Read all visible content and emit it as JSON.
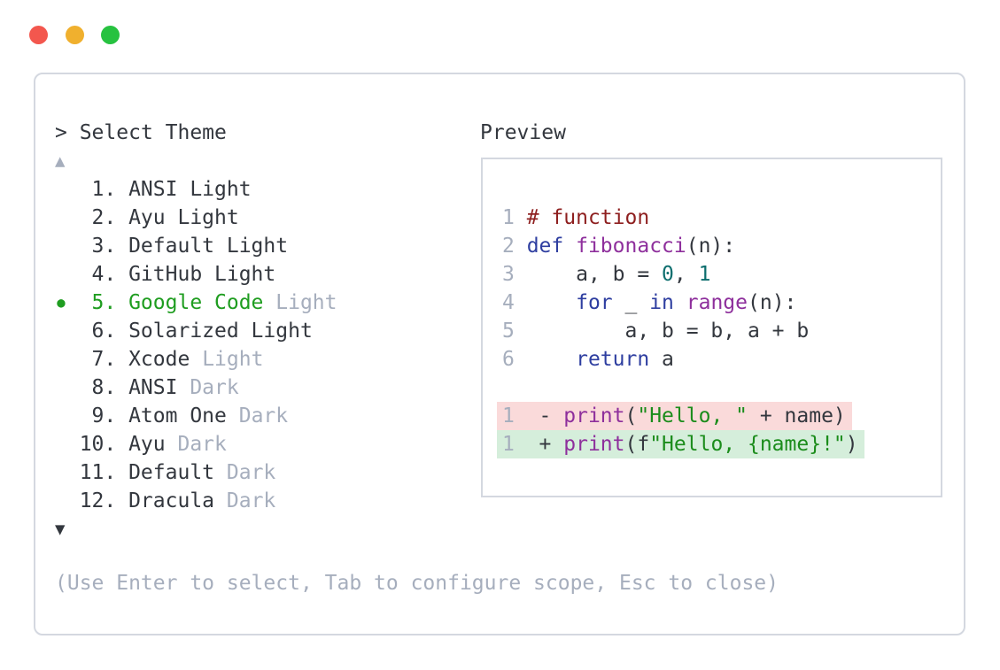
{
  "window": {
    "controls": [
      {
        "name": "close",
        "color": "#f3574e"
      },
      {
        "name": "minimize",
        "color": "#f0b02e"
      },
      {
        "name": "zoom",
        "color": "#27c240"
      }
    ]
  },
  "picker": {
    "prompt_symbol": "> ",
    "title": "Select Theme",
    "scroll_up_symbol": "▲",
    "scroll_down_symbol": "▼",
    "selected_bullet_symbol": "●",
    "items": [
      {
        "number": "1.",
        "label": "ANSI Light",
        "dim_label": "",
        "selected": false
      },
      {
        "number": "2.",
        "label": "Ayu Light",
        "dim_label": "",
        "selected": false
      },
      {
        "number": "3.",
        "label": "Default Light",
        "dim_label": "",
        "selected": false
      },
      {
        "number": "4.",
        "label": "GitHub Light",
        "dim_label": "",
        "selected": false
      },
      {
        "number": "5.",
        "label": "Google Code",
        "dim_label": "Light",
        "selected": true
      },
      {
        "number": "6.",
        "label": "Solarized Light",
        "dim_label": "",
        "selected": false
      },
      {
        "number": "7.",
        "label": "Xcode",
        "dim_label": "Light",
        "selected": false
      },
      {
        "number": "8.",
        "label": "ANSI",
        "dim_label": "Dark",
        "selected": false
      },
      {
        "number": "9.",
        "label": "Atom One",
        "dim_label": "Dark",
        "selected": false
      },
      {
        "number": "10.",
        "label": "Ayu",
        "dim_label": "Dark",
        "selected": false
      },
      {
        "number": "11.",
        "label": "Default",
        "dim_label": "Dark",
        "selected": false
      },
      {
        "number": "12.",
        "label": "Dracula",
        "dim_label": "Dark",
        "selected": false
      }
    ]
  },
  "preview": {
    "title": "Preview",
    "lines": [
      {
        "num": "",
        "tokens": []
      },
      {
        "num": "1",
        "tokens": [
          {
            "c": "cm",
            "t": "# function"
          }
        ]
      },
      {
        "num": "2",
        "tokens": [
          {
            "c": "kw",
            "t": "def"
          },
          {
            "c": "pl",
            "t": " "
          },
          {
            "c": "fn",
            "t": "fibonacci"
          },
          {
            "c": "pl",
            "t": "(n):"
          }
        ]
      },
      {
        "num": "3",
        "tokens": [
          {
            "c": "pl",
            "t": "    a, b = "
          },
          {
            "c": "nu",
            "t": "0"
          },
          {
            "c": "pl",
            "t": ", "
          },
          {
            "c": "nu",
            "t": "1"
          }
        ]
      },
      {
        "num": "4",
        "tokens": [
          {
            "c": "pl",
            "t": "    "
          },
          {
            "c": "kw",
            "t": "for"
          },
          {
            "c": "pl",
            "t": " _ "
          },
          {
            "c": "kw",
            "t": "in"
          },
          {
            "c": "pl",
            "t": " "
          },
          {
            "c": "fn",
            "t": "range"
          },
          {
            "c": "pl",
            "t": "(n):"
          }
        ]
      },
      {
        "num": "5",
        "tokens": [
          {
            "c": "pl",
            "t": "        a, b = b, a + b"
          }
        ]
      },
      {
        "num": "6",
        "tokens": [
          {
            "c": "pl",
            "t": "    "
          },
          {
            "c": "kw",
            "t": "return"
          },
          {
            "c": "pl",
            "t": " a"
          }
        ]
      },
      {
        "num": "",
        "tokens": []
      },
      {
        "num": "1",
        "diff": "removed",
        "tokens": [
          {
            "c": "pl",
            "t": " - "
          },
          {
            "c": "fn",
            "t": "print"
          },
          {
            "c": "pl",
            "t": "("
          },
          {
            "c": "st",
            "t": "\"Hello, \""
          },
          {
            "c": "pl",
            "t": " + name)"
          }
        ]
      },
      {
        "num": "1",
        "diff": "added",
        "tokens": [
          {
            "c": "pl",
            "t": " + "
          },
          {
            "c": "fn",
            "t": "print"
          },
          {
            "c": "pl",
            "t": "(f"
          },
          {
            "c": "st",
            "t": "\"Hello, {name}!\""
          },
          {
            "c": "pl",
            "t": ")"
          }
        ]
      }
    ]
  },
  "footer": {
    "help": "(Use Enter to select, Tab to configure scope, Esc to close)"
  },
  "colors": {
    "text": "#33373e",
    "dim": "#a6aebd",
    "selected": "#1f9d20",
    "keyword": "#2e3ea0",
    "function": "#8e2f9c",
    "comment": "#8e1f1f",
    "number": "#0d6e6e",
    "string": "#1b8c1b",
    "removed_bg": "#fadada",
    "added_bg": "#d5eedb",
    "border": "#d4d8e0",
    "bullet": "#1f9d20"
  }
}
